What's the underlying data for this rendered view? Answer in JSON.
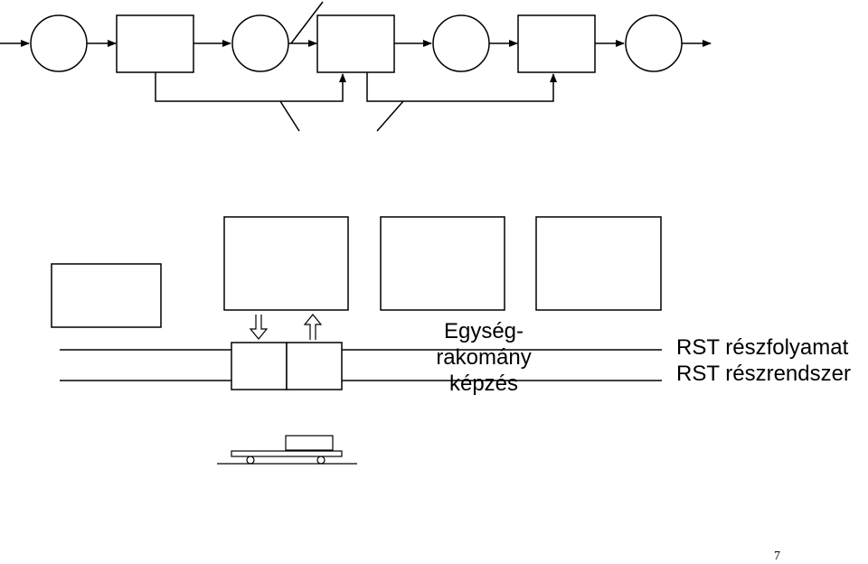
{
  "labels": {
    "center": [
      "Egység-",
      "rakomány",
      "képzés"
    ],
    "right": [
      "RST részfolyamat",
      "RST részrendszer"
    ]
  },
  "page_number": "7",
  "colors": {
    "stroke": "#000000",
    "fill": "#ffffff"
  }
}
